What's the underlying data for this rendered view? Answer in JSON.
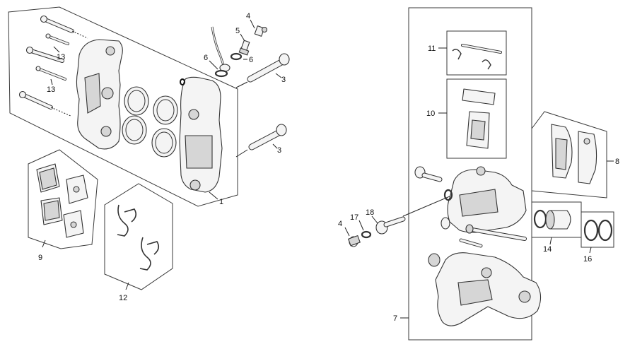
{
  "diagram": {
    "callouts": {
      "c1": "1",
      "c3a": "3",
      "c3b": "3",
      "c4a": "4",
      "c4b": "4",
      "c5": "5",
      "c6a": "6",
      "c6b": "6",
      "c7": "7",
      "c8": "8",
      "c9": "9",
      "c10": "10",
      "c11": "11",
      "c12": "12",
      "c13a": "13",
      "c13b": "13",
      "c14": "14",
      "c16": "16",
      "c17": "17",
      "c18": "18"
    }
  }
}
